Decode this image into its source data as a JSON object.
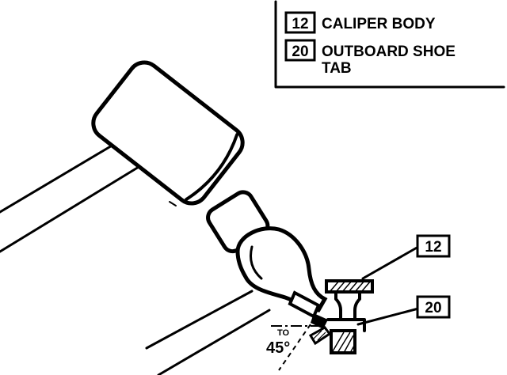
{
  "legend": {
    "items": [
      {
        "number": "12",
        "label_lines": [
          "CALIPER BODY"
        ]
      },
      {
        "number": "20",
        "label_lines": [
          "OUTBOARD SHOE",
          "TAB"
        ]
      }
    ]
  },
  "callouts": [
    {
      "number": "12"
    },
    {
      "number": "20"
    }
  ],
  "angle_annotation": {
    "value": "45°",
    "mark": "TO"
  },
  "colors": {
    "ink": "#000000",
    "paper": "#ffffff"
  }
}
